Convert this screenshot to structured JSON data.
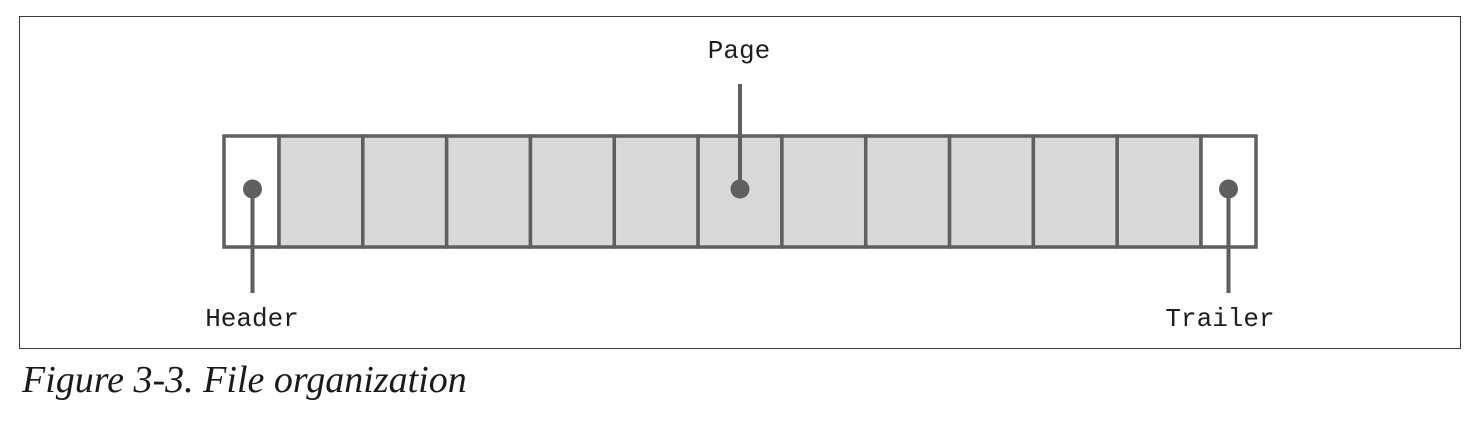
{
  "diagram": {
    "labels": {
      "page": "Page",
      "header": "Header",
      "trailer": "Trailer"
    },
    "page_block_count": 11,
    "colors": {
      "stroke": "#5f5f5f",
      "page_fill": "#d9d9d9",
      "end_fill": "#ffffff",
      "dot": "#5f5f5f"
    }
  },
  "caption": "Figure 3-3. File organization"
}
